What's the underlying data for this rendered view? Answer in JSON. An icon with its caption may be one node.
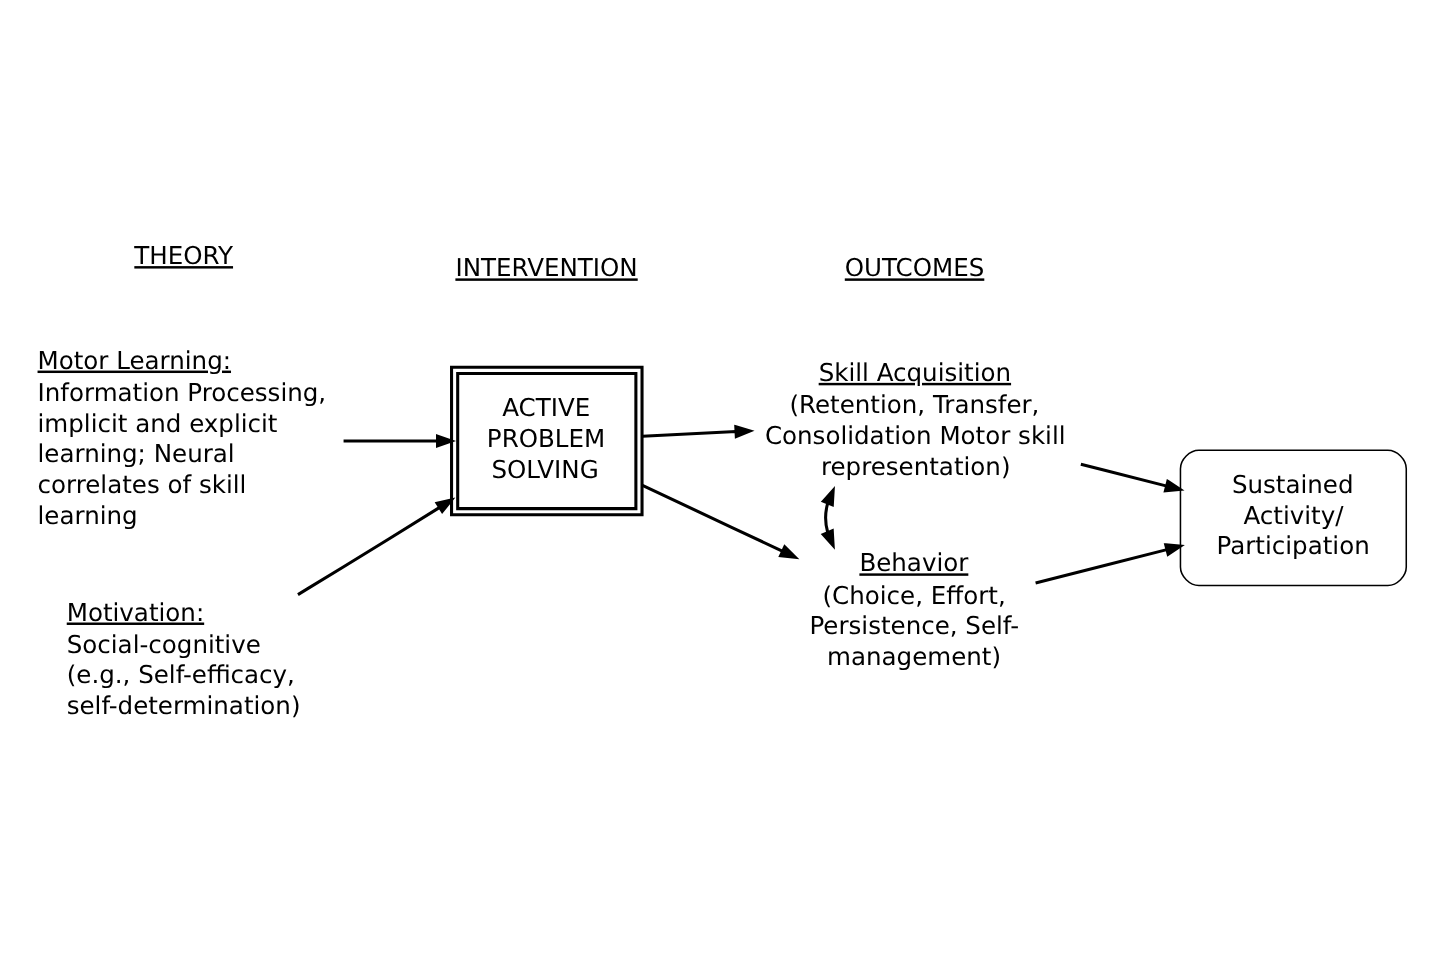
{
  "diagram": {
    "nodes": [
      {
        "text": [
          "Motor Learning:",
          "Information Processing, implicit and explicit learning; Neural correlates of skill learning"
        ]
      },
      {
        "text": [
          "Motivation:",
          "Social-cognitive (e.g., Self-efficacy, self-determination)"
        ]
      },
      {
        "text": [
          "ACTIVE PROBLEM SOLVING"
        ]
      },
      {
        "text": [
          "Skill Acquisition",
          "(Retention, Transfer, Consolidation Motor skill representation)"
        ]
      },
      {
        "text": [
          "Behavior",
          "(Choice, Effort, Persistence, Self-management)"
        ]
      },
      {
        "text": [
          "Sustained Activity/ Participation"
        ]
      }
    ],
    "edges": [
      {
        "from": 0,
        "to": 2,
        "arrow": "to"
      },
      {
        "from": 1,
        "to": 2,
        "arrow": "to"
      },
      {
        "from": 2,
        "to": 3,
        "arrow": "to"
      },
      {
        "from": 2,
        "to": 4,
        "arrow": "to"
      },
      {
        "from": 3,
        "to": 4,
        "arrow": "both"
      },
      {
        "from": 3,
        "to": 5,
        "arrow": "to"
      },
      {
        "from": 4,
        "to": 5,
        "arrow": "to"
      }
    ],
    "labels": [
      "THEORY",
      "INTERVENTION",
      "OUTCOMES"
    ]
  }
}
